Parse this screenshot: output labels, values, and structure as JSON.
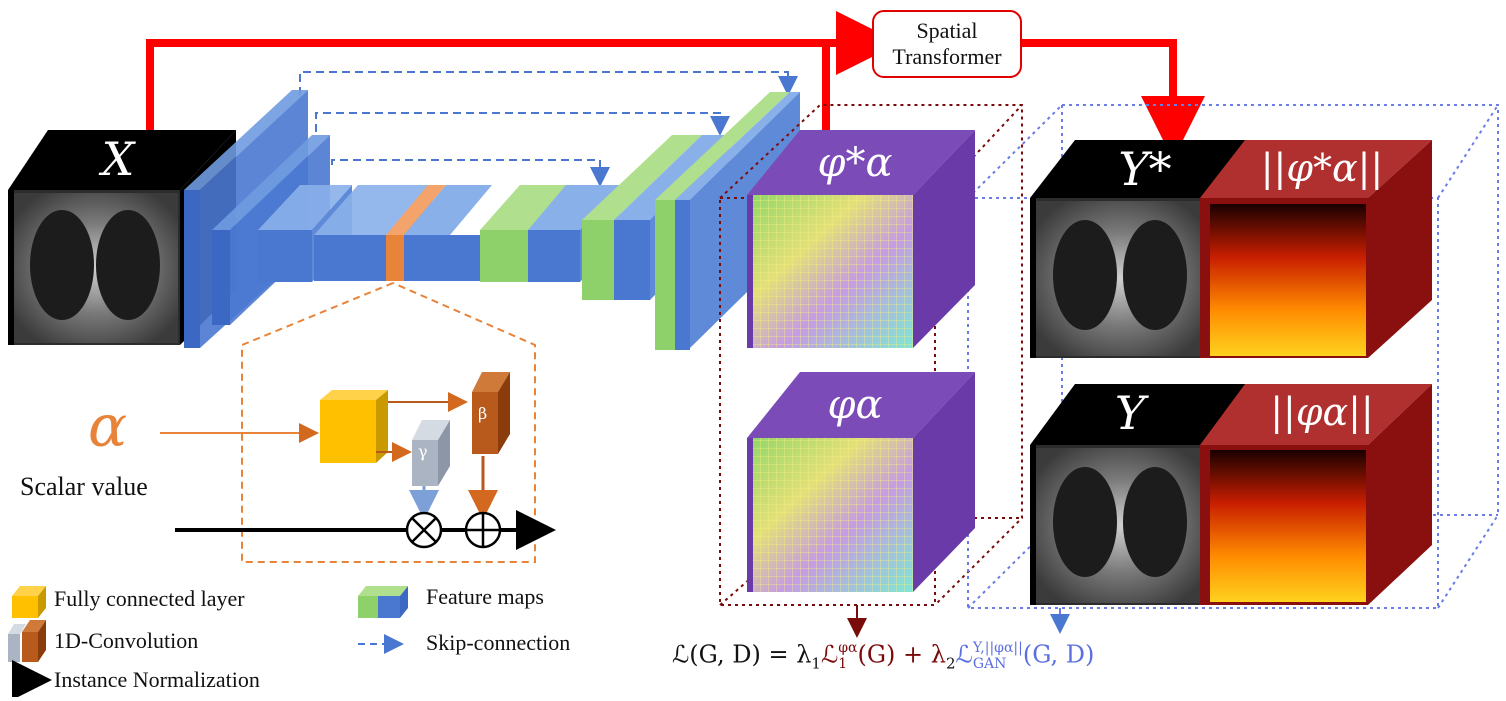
{
  "spatial_transformer": {
    "line1": "Spatial",
    "line2": "Transformer"
  },
  "input_label": "X",
  "phi_star_label": "φ*α",
  "phi_label": "φα",
  "y_star_label": "Y*",
  "y_label": "Y",
  "norm_phi_star_label": "||φ*α||",
  "norm_phi_label": "||φα||",
  "alpha_symbol": "α",
  "scalar_value_label": "Scalar value",
  "gamma": "γ",
  "beta": "β",
  "legend": {
    "fc": "Fully connected layer",
    "conv": "1D-Convolution",
    "norm": "Instance Normalization",
    "fmap": "Feature maps",
    "skip": "Skip-connection"
  },
  "formula": {
    "lhs": "ℒ(G, D) = λ",
    "sub1": "1",
    "l1": "ℒ",
    "l1_sup": "φα",
    "l1_sub": "1",
    "l1_arg": "(G) + λ",
    "sub2": "2",
    "gan": "ℒ",
    "gan_sup": "Y,||φα||",
    "gan_sub": "GAN",
    "gan_arg": "(G, D)"
  },
  "colors": {
    "red_arrow": "#ff0000",
    "blue_block": "#4a78d0",
    "green_block": "#8ed16a",
    "orange": "#e8833a",
    "purple": "#7b4bb8",
    "dark_red": "#7a0b0b",
    "dotted_blue": "#6a7de6"
  }
}
